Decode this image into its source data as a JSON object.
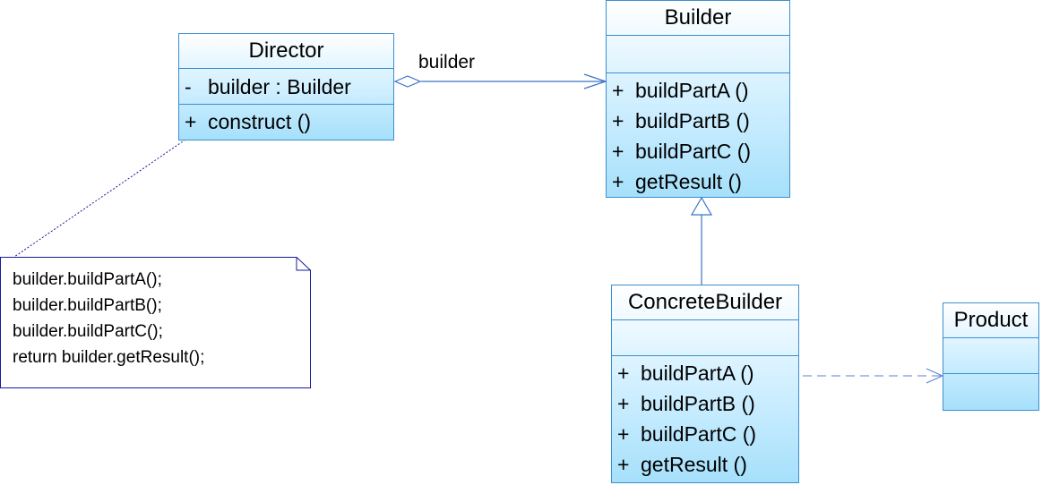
{
  "classes": {
    "director": {
      "name": "Director",
      "attributes": [
        {
          "vis": "-",
          "text": "builder  : Builder"
        }
      ],
      "operations": [
        {
          "vis": "+",
          "text": "construct ()"
        }
      ]
    },
    "builder": {
      "name": "Builder",
      "attributes": [],
      "operations": [
        {
          "vis": "+",
          "text": "buildPartA ()"
        },
        {
          "vis": "+",
          "text": "buildPartB ()"
        },
        {
          "vis": "+",
          "text": "buildPartC ()"
        },
        {
          "vis": "+",
          "text": "getResult ()"
        }
      ]
    },
    "concrete_builder": {
      "name": "ConcreteBuilder",
      "attributes": [],
      "operations": [
        {
          "vis": "+",
          "text": "buildPartA ()"
        },
        {
          "vis": "+",
          "text": "buildPartB ()"
        },
        {
          "vis": "+",
          "text": "buildPartC ()"
        },
        {
          "vis": "+",
          "text": "getResult ()"
        }
      ]
    },
    "product": {
      "name": "Product",
      "attributes": [],
      "operations": []
    }
  },
  "note": {
    "lines": [
      "builder.buildPartA();",
      "builder.buildPartB();",
      "builder.buildPartC();",
      "return builder.getResult();"
    ]
  },
  "edges": {
    "aggregation_label": "builder"
  },
  "colors": {
    "class_border": "#3a8fd0",
    "edge": "#3a73c8",
    "note_border": "#1a1aa0"
  }
}
